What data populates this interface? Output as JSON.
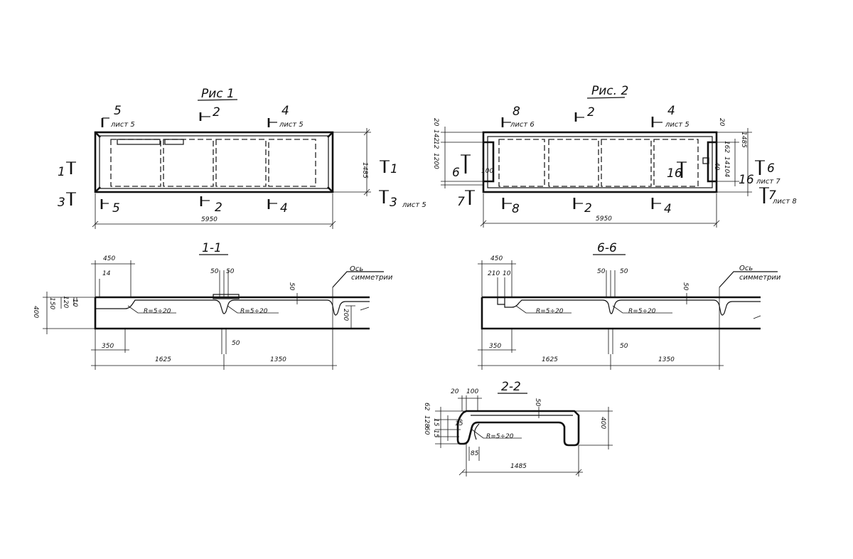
{
  "fig1": {
    "title": "Рис 1",
    "marker_5": "5",
    "marker_5_sheet": "лист 5",
    "marker_2": "2",
    "marker_4": "4",
    "marker_4_sheet": "лист 5",
    "marker_1": "1",
    "marker_3": "3",
    "marker_1r": "1",
    "marker_3r": "3",
    "marker_3r_sheet": "лист 5",
    "bottom_5": "5",
    "bottom_2": "2",
    "bottom_4": "4",
    "dim_length": "5950",
    "dim_width": "1485"
  },
  "fig2": {
    "title": "Рис. 2",
    "marker_8": "8",
    "marker_8_sheet": "лист 6",
    "marker_2": "2",
    "marker_4": "4",
    "marker_4_sheet": "лист 5",
    "marker_6": "6",
    "marker_7": "7",
    "marker_6r": "6",
    "marker_6r_sheet": "лист 7",
    "marker_7r": "7",
    "marker_7r_sheet": "лист 8",
    "marker_16": "16",
    "marker_16r": "16",
    "bottom_8": "8",
    "bottom_2": "2",
    "bottom_4": "4",
    "dim_length": "5950",
    "dim_width": "1485",
    "dim_20a": "20",
    "dim_142": "142",
    "dim_12": "12",
    "dim_1200": "1200",
    "dim_100": "100",
    "dim_20b": "20",
    "dim_162": "162",
    "dim_14": "14",
    "dim_40": "40",
    "dim_104": "104"
  },
  "section_1": {
    "title": "1-1",
    "dim_450": "450",
    "dim_14": "14",
    "dim_50a": "50",
    "dim_50b": "50",
    "dim_50c": "50",
    "dim_400": "400",
    "dim_150": "150",
    "dim_120": "120",
    "dim_10": "10",
    "radius_1": "R=5÷20",
    "radius_2": "R=5÷20",
    "dim_200": "200",
    "dim_350": "350",
    "dim_50d": "50",
    "dim_1625": "1625",
    "dim_1350": "1350",
    "axis_label_1": "Ось",
    "axis_label_2": "симметрии"
  },
  "section_6": {
    "title": "6-6",
    "dim_450": "450",
    "dim_210": "210",
    "dim_10": "10",
    "dim_50a": "50",
    "dim_50b": "50",
    "dim_50c": "50",
    "radius_1": "R=5÷20",
    "radius_2": "R=5÷20",
    "dim_350": "350",
    "dim_50d": "50",
    "dim_1625": "1625",
    "dim_1350": "1350",
    "axis_label_1": "Ось",
    "axis_label_2": "симметрии"
  },
  "section_2": {
    "title": "2-2",
    "dim_20": "20",
    "dim_100": "100",
    "dim_50": "50",
    "dim_62": "62",
    "dim_128": "128",
    "dim_15a": "15",
    "dim_15b": "15",
    "dim_60": "60",
    "dim_15c": "15",
    "radius": "R=5÷20",
    "dim_85": "85",
    "dim_400": "400",
    "dim_1485": "1485"
  }
}
